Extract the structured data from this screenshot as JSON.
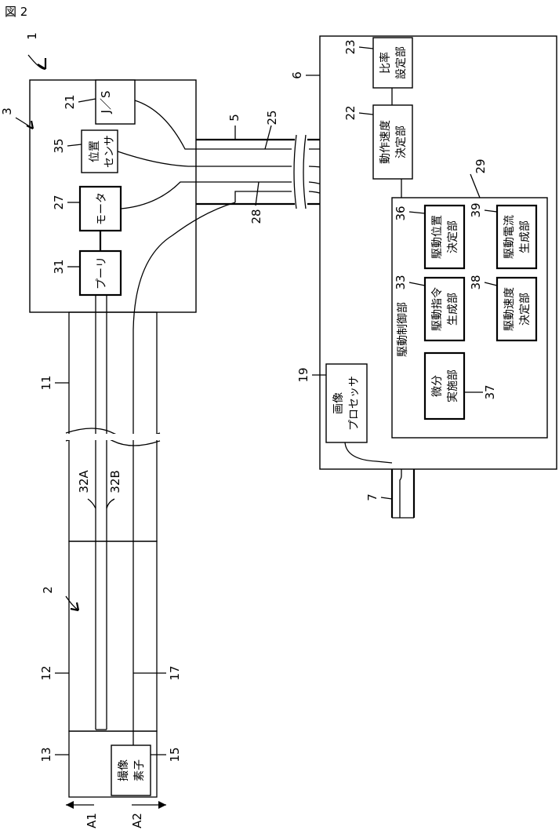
{
  "figure_label": "図 2",
  "refs": {
    "r1": "1",
    "r2": "2",
    "r3": "3",
    "r5": "5",
    "r6": "6",
    "r7": "7",
    "r11": "11",
    "r12": "12",
    "r13": "13",
    "r15": "15",
    "r17": "17",
    "r19": "19",
    "r21": "21",
    "r22": "22",
    "r23": "23",
    "r25": "25",
    "r27": "27",
    "r28": "28",
    "r29": "29",
    "r31": "31",
    "r33": "33",
    "r35": "35",
    "r36": "36",
    "r37": "37",
    "r38": "38",
    "r39": "39",
    "r32a": "32A",
    "r32b": "32B"
  },
  "directions": {
    "a1": "A1",
    "a2": "A2"
  },
  "blocks": {
    "js": "J／S",
    "pos_sensor_1": "位置",
    "pos_sensor_2": "センサ",
    "motor": "モータ",
    "pulley": "プーリ",
    "ratio_1": "比率",
    "ratio_2": "設定部",
    "speed_1": "動作速度",
    "speed_2": "決定部",
    "drive_ctrl": "駆動制御部",
    "drive_pos_1": "駆動位置",
    "drive_pos_2": "決定部",
    "drive_cur_1": "駆動電流",
    "drive_cur_2": "生成部",
    "drive_cmd_1": "駆動指令",
    "drive_cmd_2": "生成部",
    "drive_spd_1": "駆動速度",
    "drive_spd_2": "決定部",
    "diff_1": "微分",
    "diff_2": "実施部",
    "img_proc_1": "画像",
    "img_proc_2": "プロセッサ",
    "imager_1": "撮像",
    "imager_2": "素子"
  }
}
